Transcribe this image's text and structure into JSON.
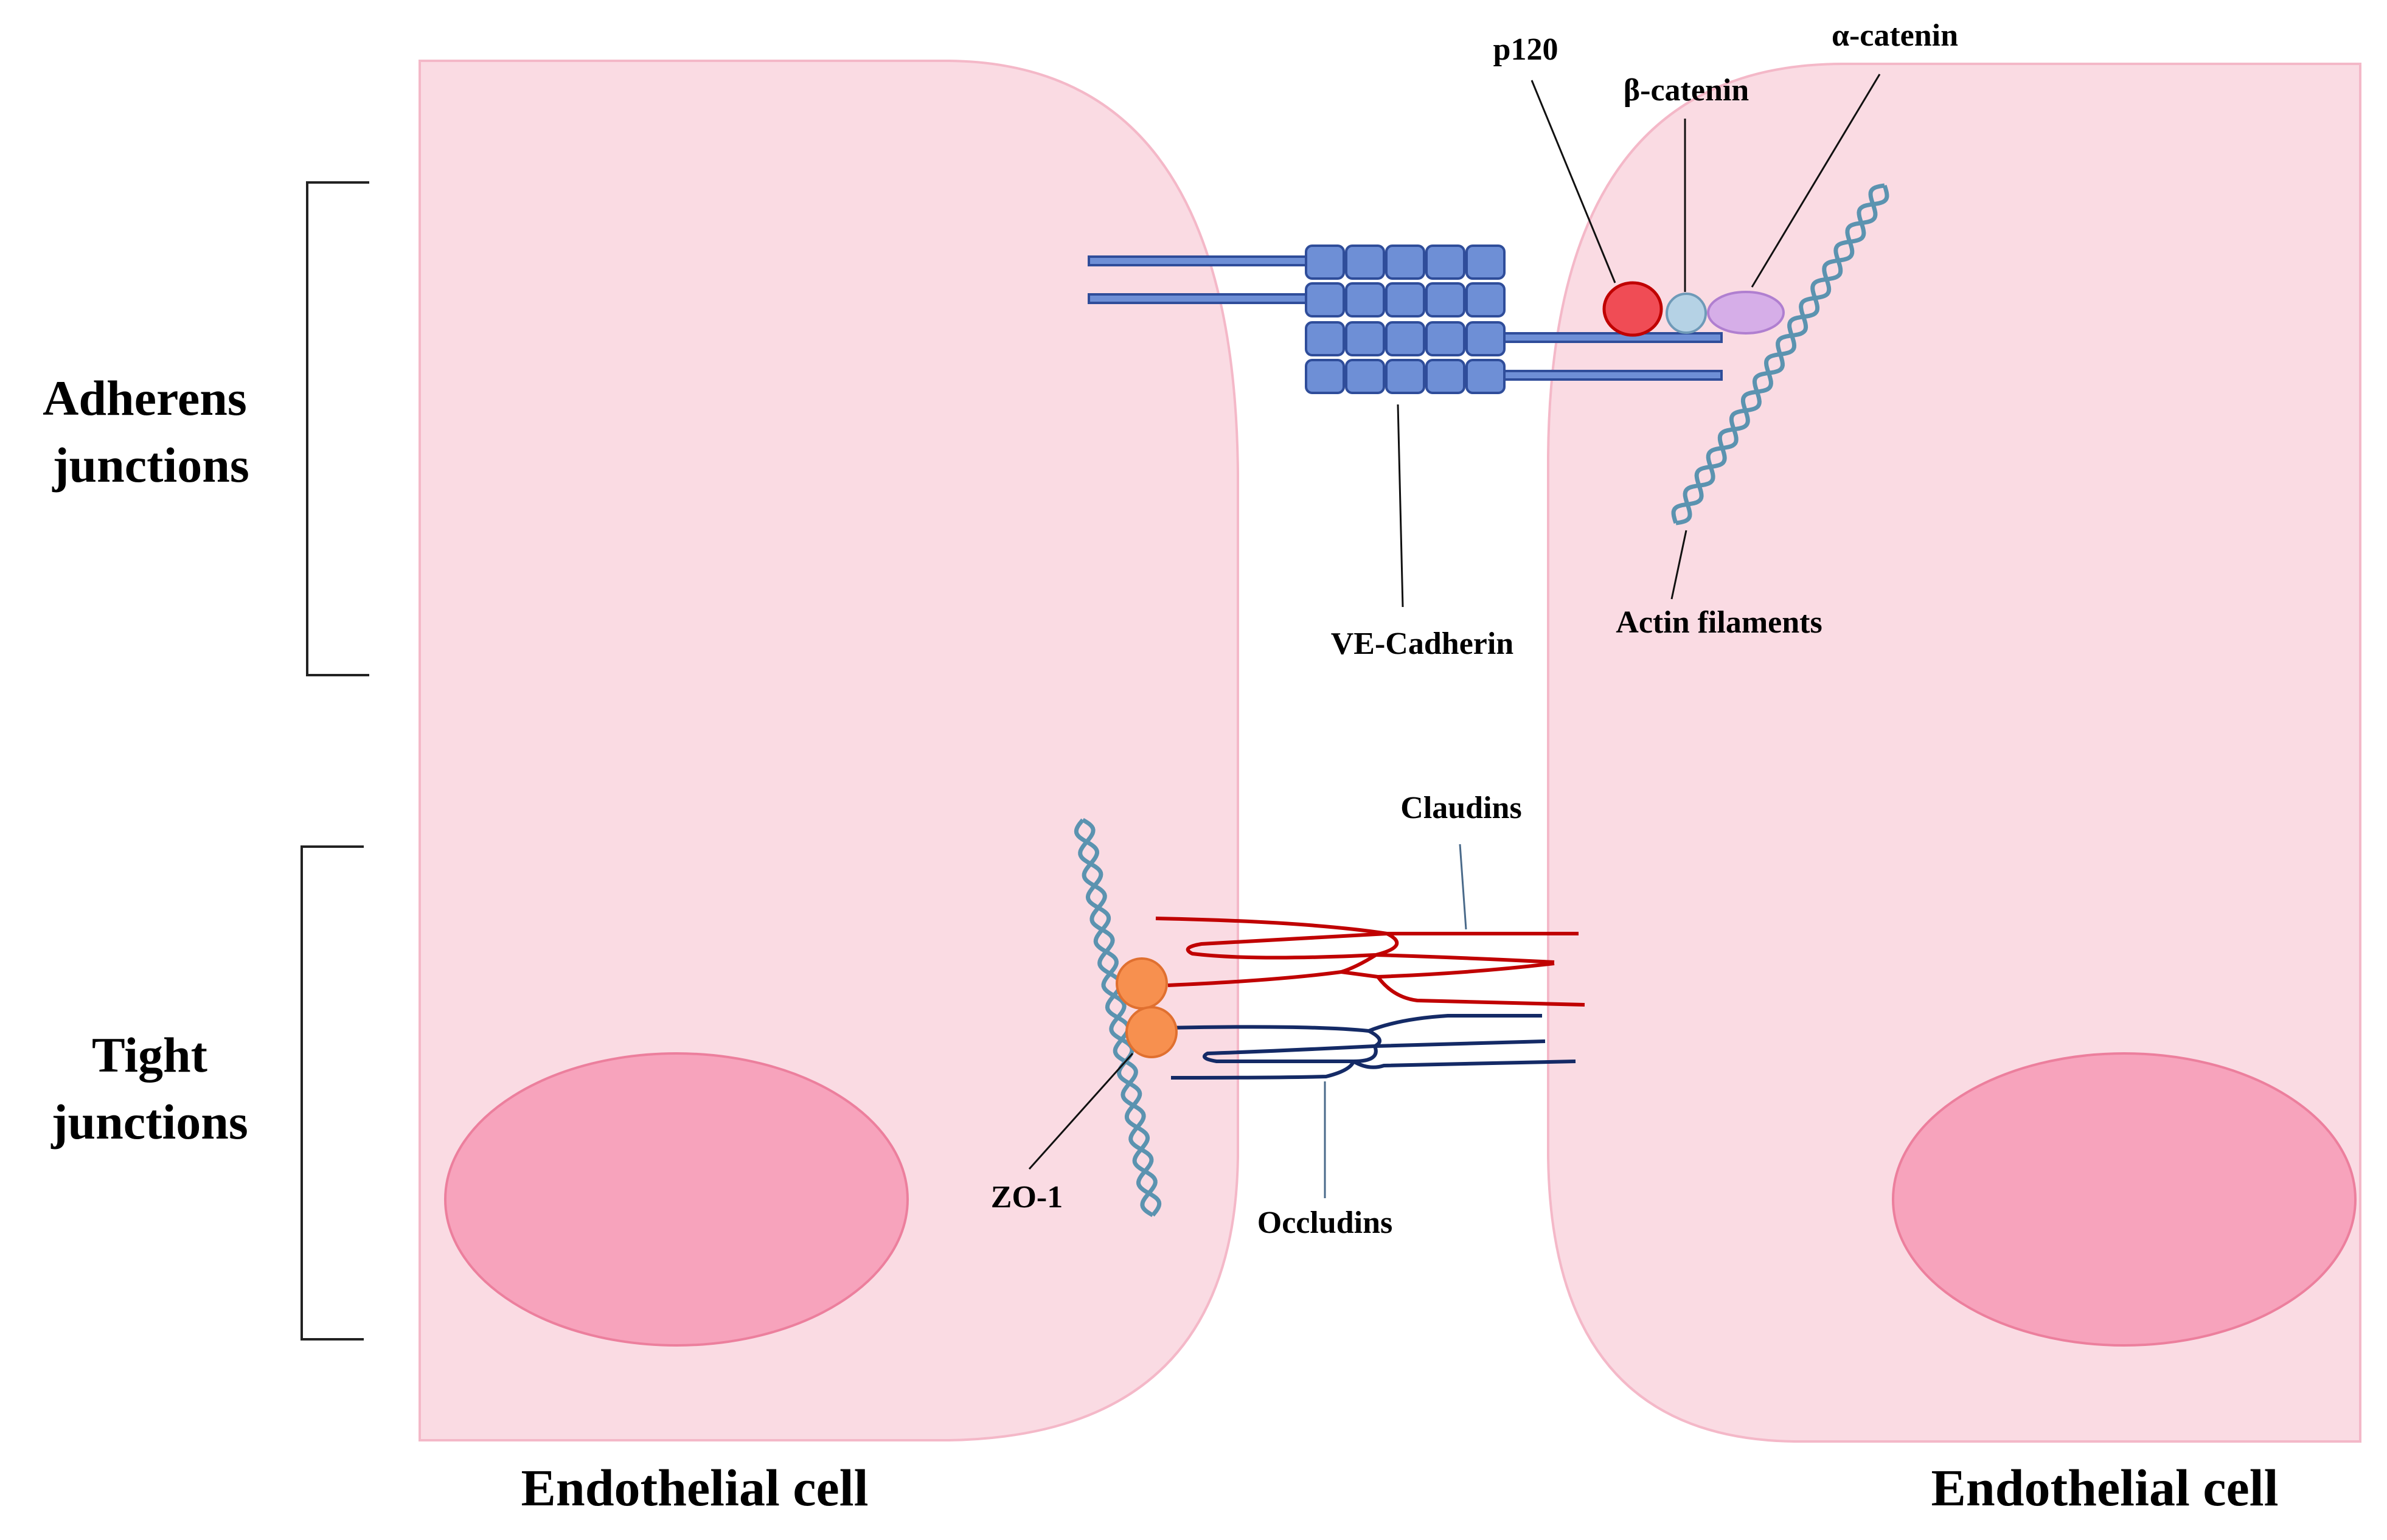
{
  "labels": {
    "adherens_line1": "Adherens",
    "adherens_line2": "junctions",
    "tight_line1": "Tight",
    "tight_line2": "junctions",
    "cell_left": "Endothelial cell",
    "cell_right": "Endothelial cell",
    "p120": "p120",
    "beta_catenin": "β-catenin",
    "alpha_catenin": "α-catenin",
    "ve_cadherin": "VE-Cadherin",
    "actin_filaments": "Actin filaments",
    "claudins": "Claudins",
    "occludins": "Occludins",
    "zo1": "ZO-1"
  },
  "colors": {
    "cell_fill": "#fadbe3",
    "cell_stroke": "#f4b8c8",
    "nucleus_fill": "#f7a3bc",
    "nucleus_stroke": "#ec7f9d",
    "cadherin_fill": "#6e8fd6",
    "cadherin_stroke": "#2f4d9a",
    "p120": "#f04c55",
    "beta_catenin": "#b5d2e5",
    "alpha_catenin": "#d6aee8",
    "actin": "#5b93b0",
    "claudin": "#c00000",
    "occludin": "#142a66",
    "zo1": "#f7904f"
  }
}
